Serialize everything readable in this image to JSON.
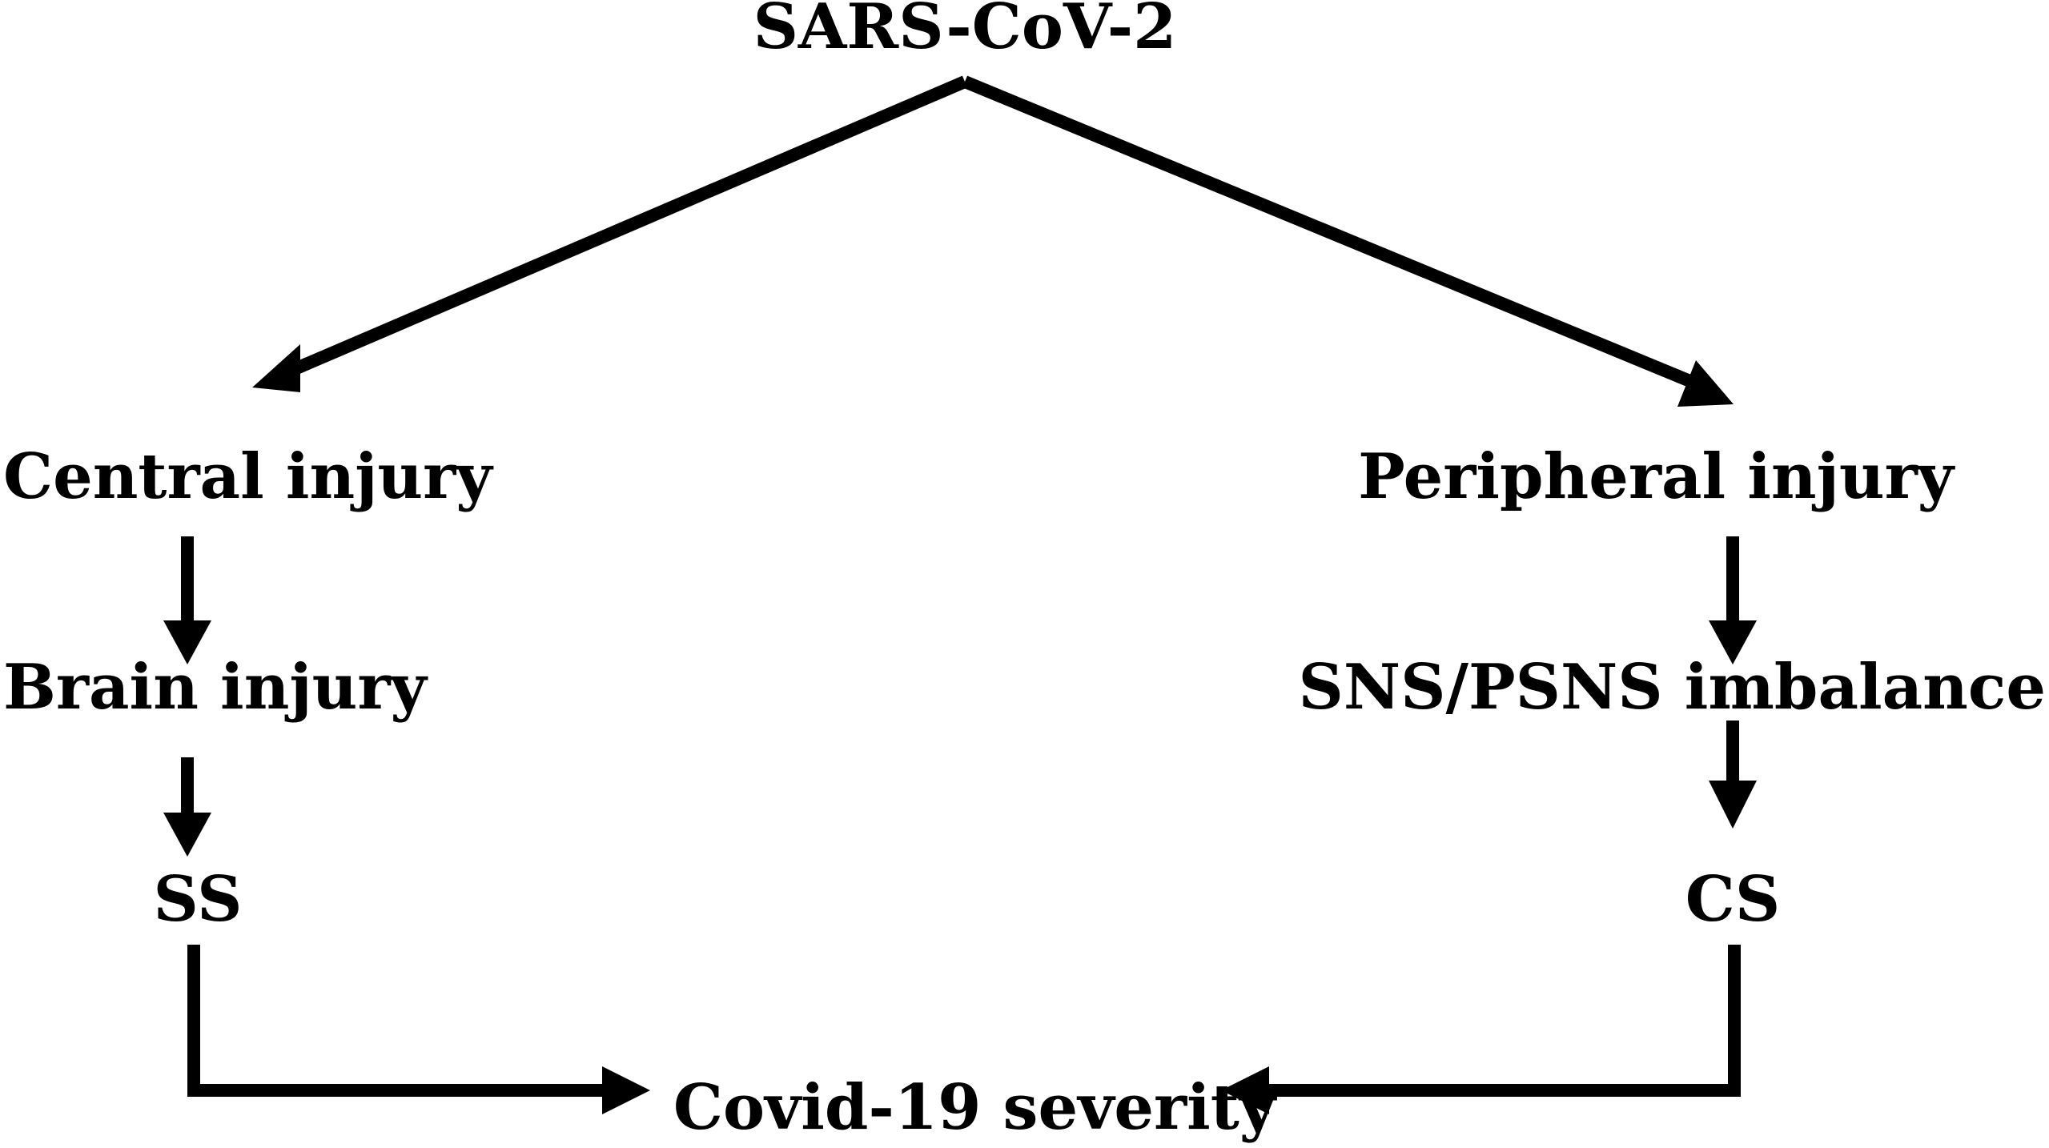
{
  "diagram": {
    "colors": {
      "text": "#000000",
      "lines": "#000000",
      "background": "#ffffff"
    },
    "nodes": {
      "root": "SARS-CoV-2",
      "central": "Central injury",
      "peripheral": "Peripheral injury",
      "brain": "Brain injury",
      "imbalance": "SNS/PSNS imbalance",
      "ss": "SS",
      "cs": "CS",
      "outcome": "Covid-19 severity"
    },
    "edges": [
      {
        "from": "SARS-CoV-2",
        "to": "Central injury"
      },
      {
        "from": "SARS-CoV-2",
        "to": "Peripheral injury"
      },
      {
        "from": "Central injury",
        "to": "Brain injury"
      },
      {
        "from": "Brain injury",
        "to": "SS"
      },
      {
        "from": "Peripheral injury",
        "to": "SNS/PSNS imbalance"
      },
      {
        "from": "SNS/PSNS imbalance",
        "to": "CS"
      },
      {
        "from": "SS",
        "to": "Covid-19 severity"
      },
      {
        "from": "CS",
        "to": "Covid-19 severity"
      }
    ]
  }
}
